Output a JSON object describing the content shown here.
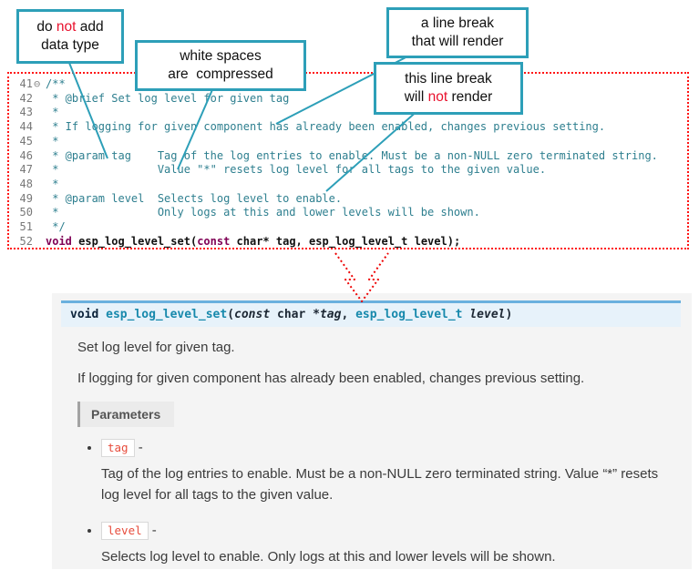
{
  "callouts": {
    "c1": {
      "l1a": "do ",
      "l1b": "not",
      "l1c": " add",
      "l2": "data type"
    },
    "c2": {
      "l1": "white spaces",
      "l2": "are  compressed"
    },
    "c3": {
      "l1": "a line break",
      "l2": "that will render"
    },
    "c4": {
      "l1": "this line break",
      "l2a": "will ",
      "l2b": "not",
      "l2c": " render"
    }
  },
  "editor": {
    "lines": [
      {
        "num": "41",
        "fold": "⊖",
        "text": "/**"
      },
      {
        "num": "42",
        "fold": "",
        "text": " * @brief Set log level for given tag"
      },
      {
        "num": "43",
        "fold": "",
        "text": " *"
      },
      {
        "num": "44",
        "fold": "",
        "text": " * If logging for given component has already been enabled, changes previous setting."
      },
      {
        "num": "45",
        "fold": "",
        "text": " *"
      },
      {
        "num": "46",
        "fold": "",
        "text": " * @param tag    Tag of the log entries to enable. Must be a non-NULL zero terminated string."
      },
      {
        "num": "47",
        "fold": "",
        "text": " *               Value \"*\" resets log level for all tags to the given value."
      },
      {
        "num": "48",
        "fold": "",
        "text": " *"
      },
      {
        "num": "49",
        "fold": "",
        "text": " * @param level  Selects log level to enable."
      },
      {
        "num": "50",
        "fold": "",
        "text": " *               Only logs at this and lower levels will be shown."
      },
      {
        "num": "51",
        "fold": "",
        "text": " */"
      },
      {
        "num": "52",
        "fold": "",
        "parts": {
          "kw1": "void",
          "mid": " esp_log_level_set(",
          "kw2": "const",
          "end": " char* tag, esp_log_level_t level);"
        }
      }
    ]
  },
  "doc": {
    "signature": {
      "ret": "void",
      "name": " esp_log_level_set",
      "open": "(",
      "kw": "const",
      "ptr": " char *",
      "arg1": "tag",
      "comma": ", ",
      "type2": "esp_log_level_t",
      "sp": " ",
      "arg2": "level",
      "close": ")"
    },
    "para1": "Set log level for given tag.",
    "para2": "If logging for given component has already been enabled, changes previous setting.",
    "parameters_label": "Parameters",
    "params": [
      {
        "name": "tag",
        "sep": " -",
        "desc": "Tag of the log entries to enable. Must be a non-NULL zero terminated string. Value “*” resets log level for all tags to the given value."
      },
      {
        "name": "level",
        "sep": " -",
        "desc": "Selects log level to enable. Only logs at this and lower levels will be shown."
      }
    ]
  },
  "colors": {
    "callout_border": "#2d9fb8",
    "annotation_red": "#e8112d",
    "dotted_outline_red": "#ff1414",
    "comment_teal": "#2e7f8f",
    "keyword_purple": "#7f0055",
    "signature_accent": "#6ab0de",
    "signature_bg": "#e7f2fa",
    "param_chip_red": "#e74c3c"
  }
}
